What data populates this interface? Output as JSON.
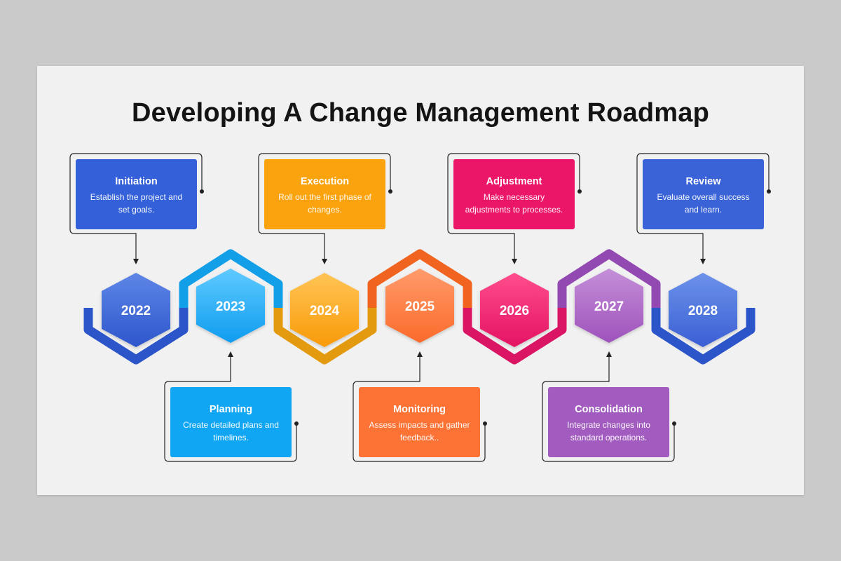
{
  "title": "Developing A Change Management Roadmap",
  "milestones": [
    {
      "year": "2022",
      "heading": "Initiation",
      "description": "Establish the project and set goals.",
      "color": "#3461d9"
    },
    {
      "year": "2023",
      "heading": "Planning",
      "description": "Create detailed plans and timelines.",
      "color": "#10a6f4"
    },
    {
      "year": "2024",
      "heading": "Execution",
      "description": "Roll out the first phase of changes.",
      "color": "#fba30e"
    },
    {
      "year": "2025",
      "heading": "Monitoring",
      "description": "Assess impacts and gather feedback..",
      "color": "#fd7235"
    },
    {
      "year": "2026",
      "heading": "Adjustment",
      "description": "Make necessary adjustments to processes.",
      "color": "#ec1669"
    },
    {
      "year": "2027",
      "heading": "Consolidation",
      "description": "Integrate changes into standard operations.",
      "color": "#a25bbf"
    },
    {
      "year": "2028",
      "heading": "Review",
      "description": "Evaluate overall success and learn.",
      "color": "#3a63d8"
    }
  ]
}
